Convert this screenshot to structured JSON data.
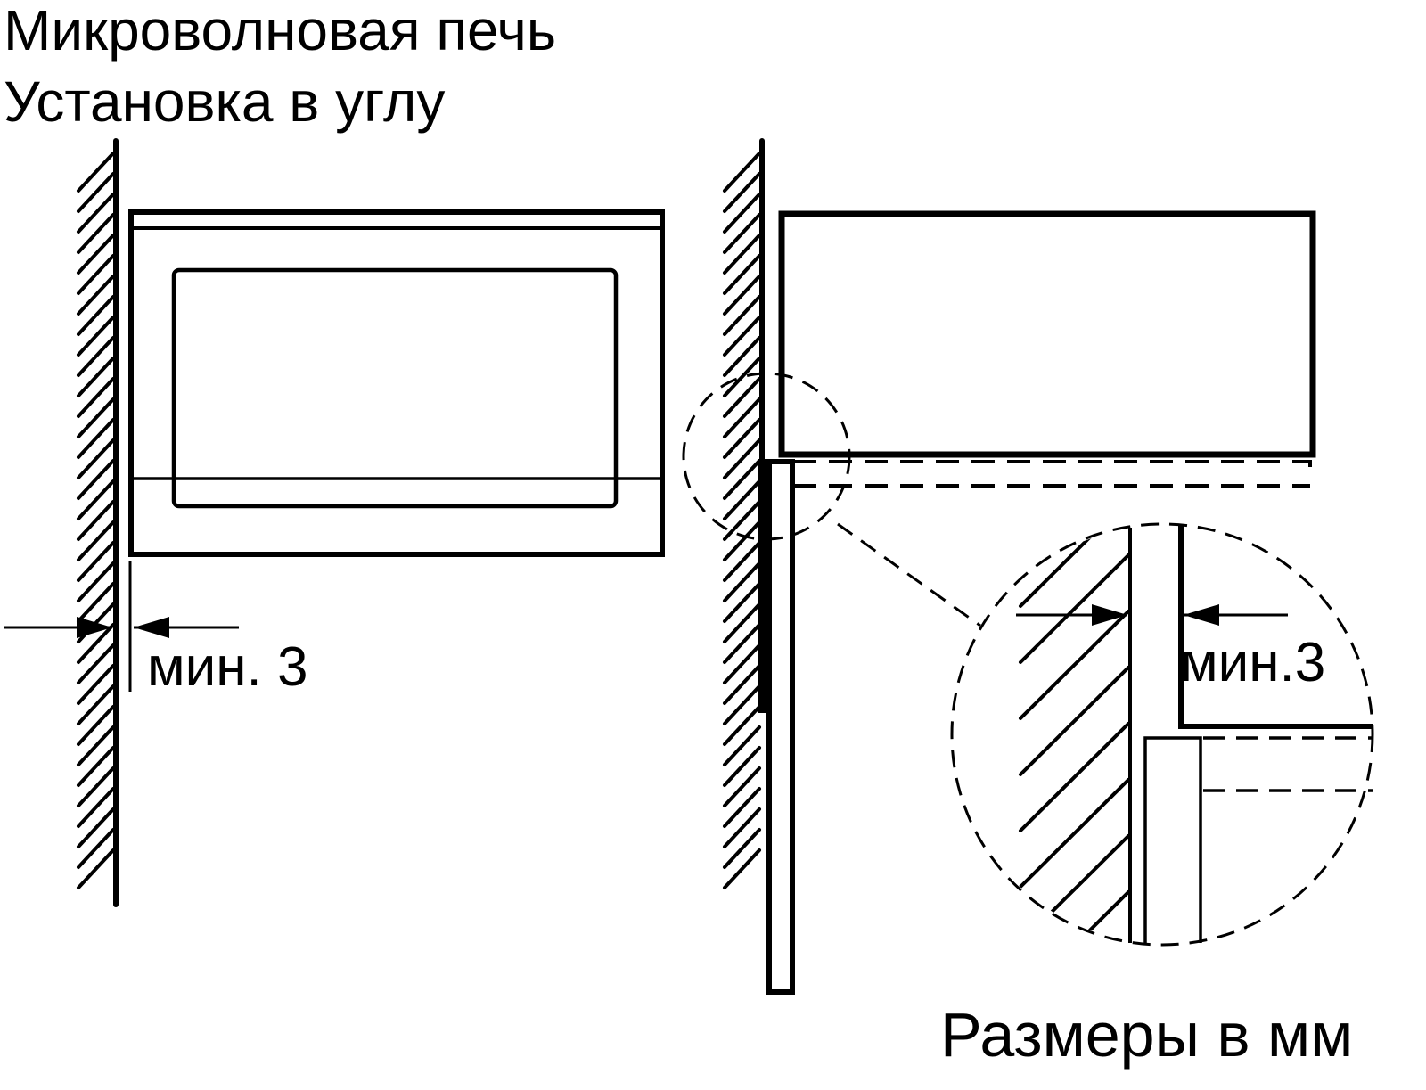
{
  "title": {
    "line1": "Микроволновая печь",
    "line2": "Установка в углу"
  },
  "left_view": {
    "clearance_label": "мин. 3"
  },
  "detail_view": {
    "clearance_label": "мин.3"
  },
  "footer": {
    "units_note": "Размеры в мм"
  },
  "colors": {
    "ink": "#000000",
    "background": "#ffffff"
  }
}
